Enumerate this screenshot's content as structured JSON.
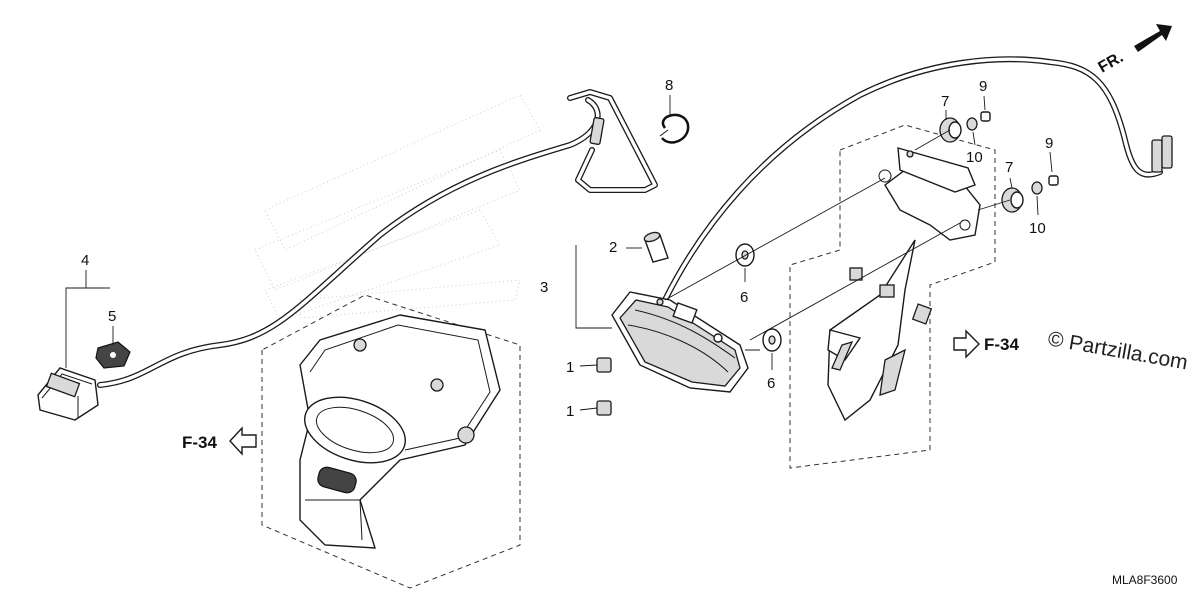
{
  "callouts": {
    "c1a": "1",
    "c1b": "1",
    "c2": "2",
    "c3": "3",
    "c4": "4",
    "c5": "5",
    "c6a": "6",
    "c6b": "6",
    "c7a": "7",
    "c7b": "7",
    "c8": "8",
    "c9a": "9",
    "c9b": "9",
    "c10a": "10",
    "c10b": "10"
  },
  "references": {
    "left": "F-34",
    "right": "F-34"
  },
  "direction_label": "FR.",
  "watermark": "© Partzilla.com",
  "diagram_code": "MLA8F3600"
}
